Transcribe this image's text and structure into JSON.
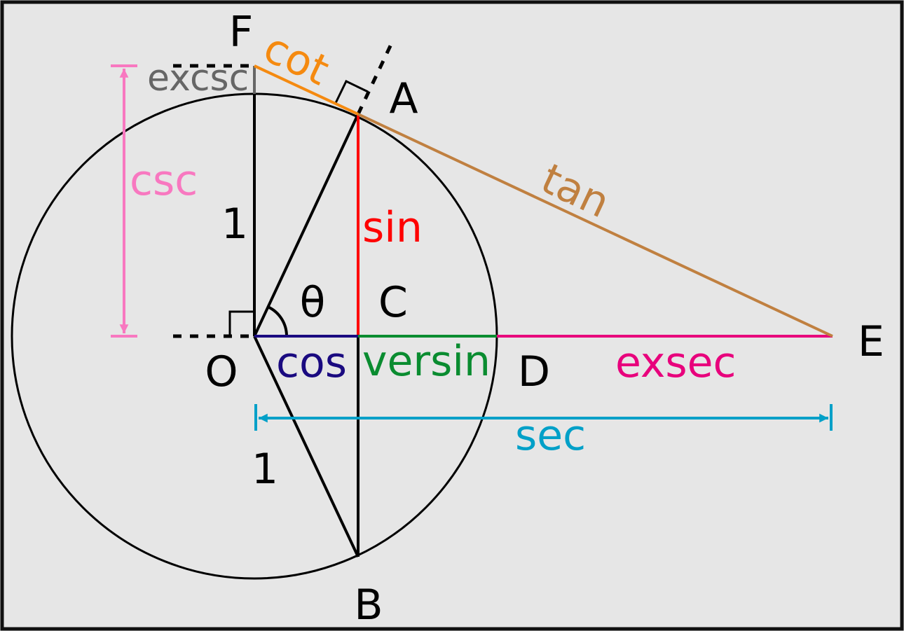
{
  "points": {
    "O": "O",
    "A": "A",
    "B": "B",
    "C": "C",
    "D": "D",
    "E": "E",
    "F": "F"
  },
  "angle": "θ",
  "radius_labels": [
    "1",
    "1"
  ],
  "functions": {
    "sin": "sin",
    "cos": "cos",
    "tan": "tan",
    "cot": "cot",
    "sec": "sec",
    "csc": "csc",
    "versin": "versin",
    "exsec": "exsec",
    "excsc": "excsc"
  },
  "colors": {
    "background": "#e6e6e6",
    "frame": "#111111",
    "sin": "#ff0000",
    "cos": "#1a0a80",
    "tan": "#c08040",
    "cot": "#f58a10",
    "sec": "#00a0c8",
    "csc": "#f878c0",
    "versin": "#0a8c30",
    "exsec": "#e8007c",
    "excsc": "#666666"
  }
}
